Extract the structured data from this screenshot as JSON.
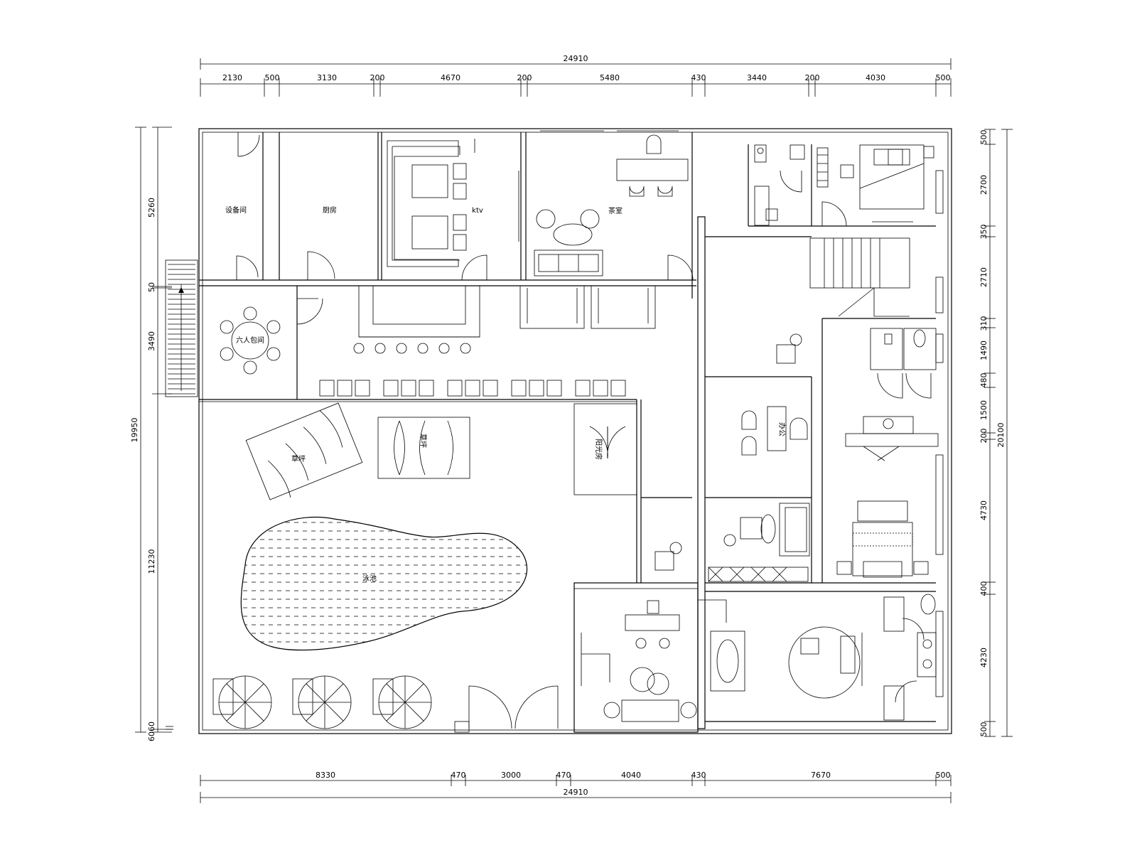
{
  "dimensions": {
    "top_total": "24910",
    "top_segments": [
      "2130",
      "500",
      "3130",
      "200",
      "4670",
      "200",
      "5480",
      "430",
      "3440",
      "200",
      "4030",
      "500"
    ],
    "bottom_segments": [
      "8330",
      "470",
      "3000",
      "470",
      "4040",
      "430",
      "7670",
      "500"
    ],
    "bottom_total": "24910",
    "left_outer": "19950",
    "left_segments": [
      "5260",
      "50",
      "3490",
      "11230",
      "60",
      "60"
    ],
    "right_outer": "20100",
    "right_segments": [
      "500",
      "2700",
      "350",
      "2710",
      "310",
      "1490",
      "480",
      "1500",
      "200",
      "4730",
      "400",
      "4230",
      "500"
    ]
  },
  "rooms": {
    "equipment": "设备间",
    "kitchen": "厨房",
    "ktv": "ktv",
    "tea_room": "茶室",
    "dining_room": "六人包间",
    "office": "办公",
    "lawn1": "草坪",
    "lawn2": "草坪",
    "sunroom": "阳光房",
    "pool": "泳池"
  }
}
